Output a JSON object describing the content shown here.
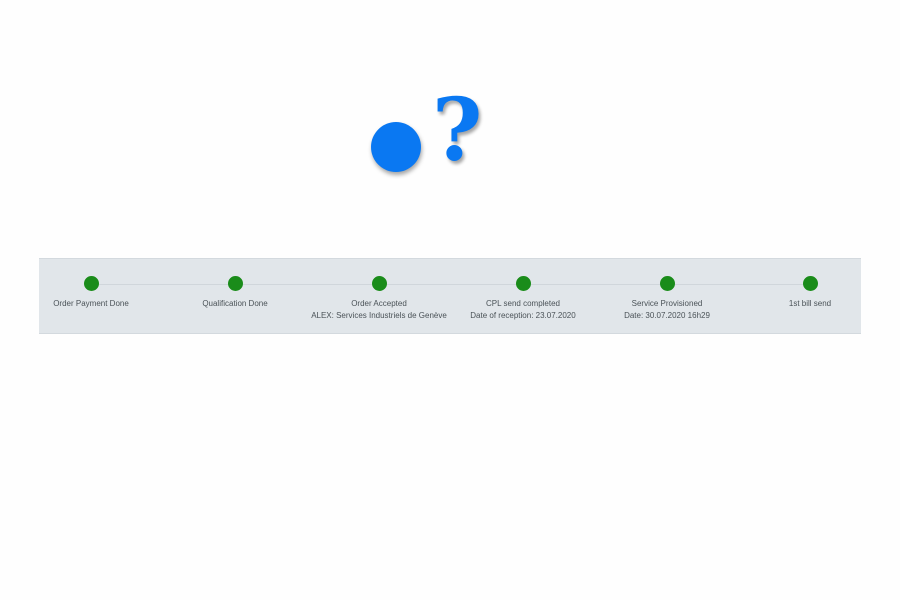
{
  "graphic": {
    "dot_icon": "blue-circle",
    "question_mark": "?",
    "color": "#0a78f2"
  },
  "tracker": {
    "node_color": "#1a8c1a",
    "steps": [
      {
        "label": "Order Payment Done",
        "detail": ""
      },
      {
        "label": "Qualification Done",
        "detail": ""
      },
      {
        "label": "Order Accepted",
        "detail": "ALEX: Services Industriels de Genève"
      },
      {
        "label": "CPL send completed",
        "detail": "Date of reception: 23.07.2020"
      },
      {
        "label": "Service Provisioned",
        "detail": "Date: 30.07.2020 16h29"
      },
      {
        "label": "1st bill send",
        "detail": ""
      }
    ]
  }
}
